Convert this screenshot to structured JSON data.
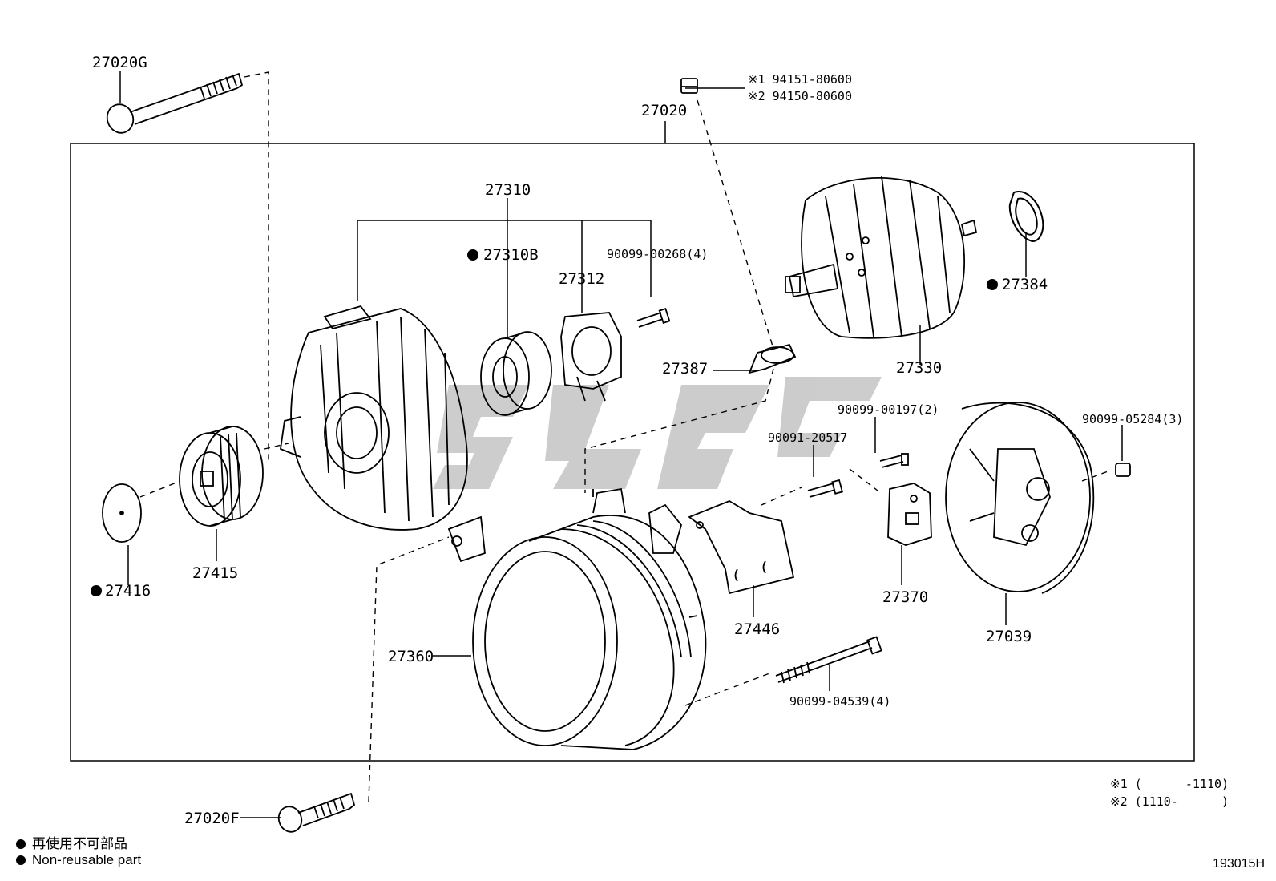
{
  "parts": {
    "p27020G": "27020G",
    "p27020": "27020",
    "p27310": "27310",
    "p27310B": "27310B",
    "p27312": "27312",
    "p90099_00268": "90099-00268(4)",
    "p27387": "27387",
    "p27330": "27330",
    "p27384": "27384",
    "p90099_00197": "90099-00197(2)",
    "p90091_20517": "90091-20517",
    "p90099_05284": "90099-05284(3)",
    "p27416": "27416",
    "p27415": "27415",
    "p27360": "27360",
    "p27446": "27446",
    "p27370": "27370",
    "p27039": "27039",
    "p90099_04539": "90099-04539(4)",
    "p27020F": "27020F"
  },
  "nut_variants": {
    "v1": "※1 94151-80600",
    "v2": "※2 94150-80600"
  },
  "footnotes": {
    "n1": "※1 (      -1110)",
    "n2": "※2 (1110-      )"
  },
  "legend": {
    "jp": "再使用不可部品",
    "en": "Non-reusable part"
  },
  "figure_code": "193015H",
  "colors": {
    "line": "#000000",
    "watermark": "#c8c8c8"
  }
}
